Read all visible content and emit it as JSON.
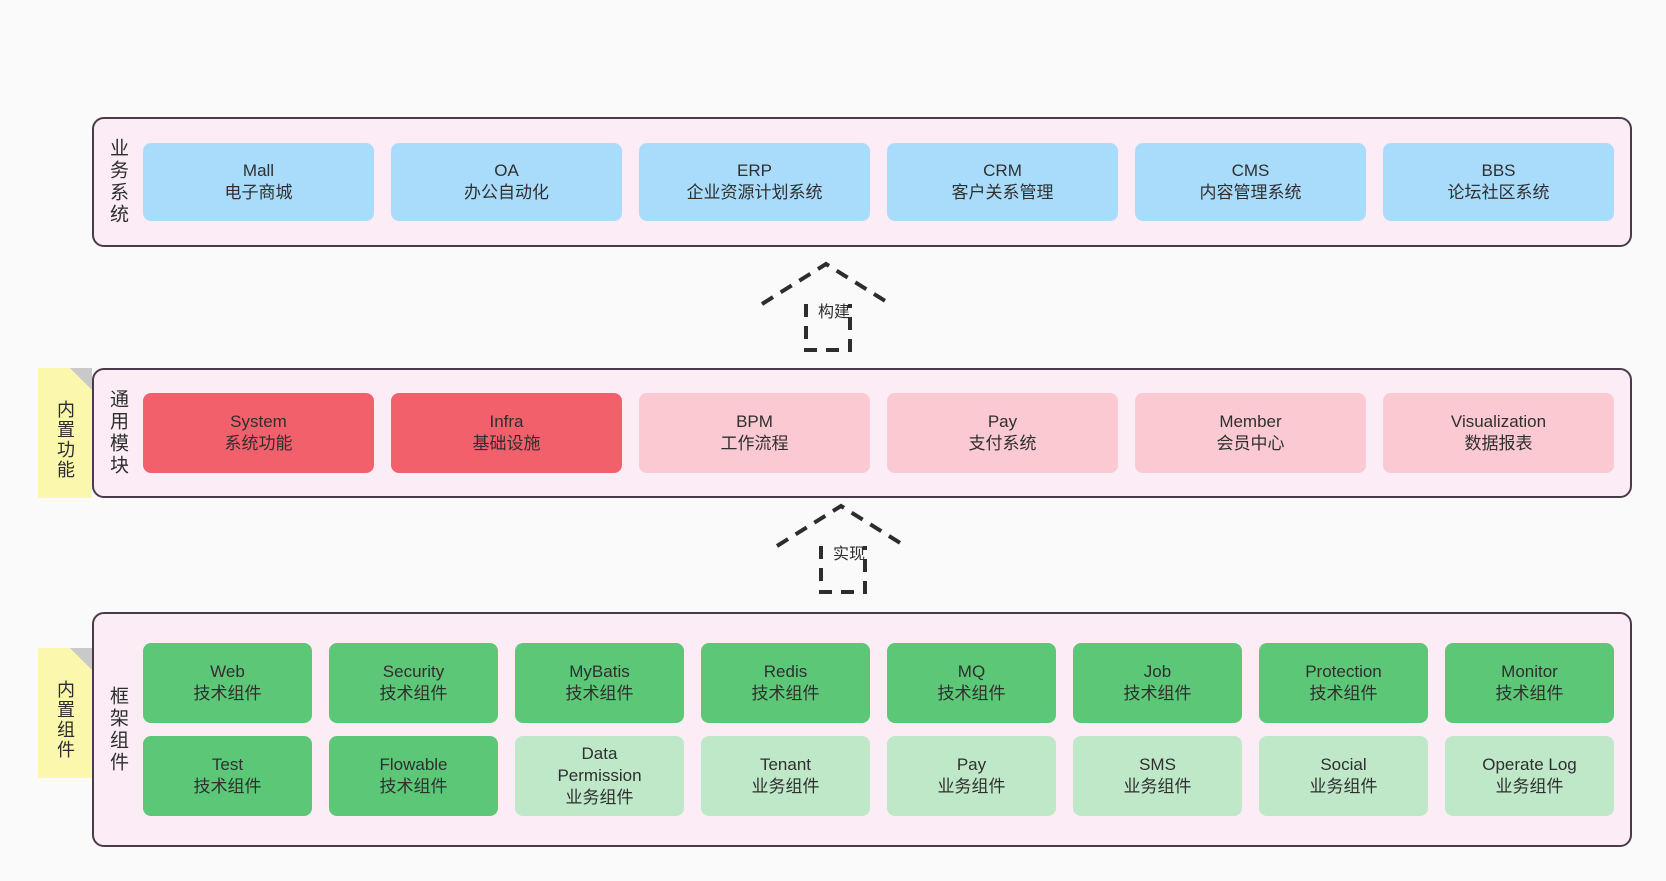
{
  "diagram": {
    "background_color": "#fafafa",
    "layer_fill": "#fbecf5",
    "layer_border": "#4a3b4a",
    "sticky_color": "#fbf7ac"
  },
  "layers": [
    {
      "id": "business",
      "label": "业务系统",
      "cells": [
        {
          "t1": "Mall",
          "t2": "电子商城",
          "color": "#a9dcfb",
          "style": "c-blue"
        },
        {
          "t1": "OA",
          "t2": "办公自动化",
          "color": "#a9dcfb",
          "style": "c-blue"
        },
        {
          "t1": "ERP",
          "t2": "企业资源计划系统",
          "color": "#a9dcfb",
          "style": "c-blue"
        },
        {
          "t1": "CRM",
          "t2": "客户关系管理",
          "color": "#a9dcfb",
          "style": "c-blue"
        },
        {
          "t1": "CMS",
          "t2": "内容管理系统",
          "color": "#a9dcfb",
          "style": "c-blue"
        },
        {
          "t1": "BBS",
          "t2": "论坛社区系统",
          "color": "#a9dcfb",
          "style": "c-blue"
        }
      ]
    },
    {
      "id": "common",
      "label": "通用模块",
      "sticky": "内置功能",
      "cells": [
        {
          "t1": "System",
          "t2": "系统功能",
          "color": "#f2616b",
          "style": "c-red"
        },
        {
          "t1": "Infra",
          "t2": "基础设施",
          "color": "#f2616b",
          "style": "c-red"
        },
        {
          "t1": "BPM",
          "t2": "工作流程",
          "color": "#fbc9d2",
          "style": "c-pink"
        },
        {
          "t1": "Pay",
          "t2": "支付系统",
          "color": "#fbc9d2",
          "style": "c-pink"
        },
        {
          "t1": "Member",
          "t2": "会员中心",
          "color": "#fbc9d2",
          "style": "c-pink"
        },
        {
          "t1": "Visualization",
          "t2": "数据报表",
          "color": "#fbc9d2",
          "style": "c-pink"
        }
      ]
    },
    {
      "id": "framework",
      "label": "框架组件",
      "sticky": "内置组件",
      "cells": [
        {
          "t1": "Web",
          "t2": "技术组件",
          "color": "#5cc777",
          "style": "c-green"
        },
        {
          "t1": "Security",
          "t2": "技术组件",
          "color": "#5cc777",
          "style": "c-green"
        },
        {
          "t1": "MyBatis",
          "t2": "技术组件",
          "color": "#5cc777",
          "style": "c-green"
        },
        {
          "t1": "Redis",
          "t2": "技术组件",
          "color": "#5cc777",
          "style": "c-green"
        },
        {
          "t1": "MQ",
          "t2": "技术组件",
          "color": "#5cc777",
          "style": "c-green"
        },
        {
          "t1": "Job",
          "t2": "技术组件",
          "color": "#5cc777",
          "style": "c-green"
        },
        {
          "t1": "Protection",
          "t2": "技术组件",
          "color": "#5cc777",
          "style": "c-green"
        },
        {
          "t1": "Monitor",
          "t2": "技术组件",
          "color": "#5cc777",
          "style": "c-green"
        },
        {
          "t1": "Test",
          "t2": "技术组件",
          "color": "#5cc777",
          "style": "c-green"
        },
        {
          "t1": "Flowable",
          "t2": "技术组件",
          "color": "#5cc777",
          "style": "c-green"
        },
        {
          "t1": "Data",
          "t2": "Permission",
          "t3": "业务组件",
          "color": "#bfe8c8",
          "style": "c-lightgreen"
        },
        {
          "t1": "Tenant",
          "t2": "业务组件",
          "color": "#bfe8c8",
          "style": "c-lightgreen"
        },
        {
          "t1": "Pay",
          "t2": "业务组件",
          "color": "#bfe8c8",
          "style": "c-lightgreen"
        },
        {
          "t1": "SMS",
          "t2": "业务组件",
          "color": "#bfe8c8",
          "style": "c-lightgreen"
        },
        {
          "t1": "Social",
          "t2": "业务组件",
          "color": "#bfe8c8",
          "style": "c-lightgreen"
        },
        {
          "t1": "Operate Log",
          "t2": "业务组件",
          "color": "#bfe8c8",
          "style": "c-lightgreen"
        }
      ]
    }
  ],
  "connectors": [
    {
      "id": "build",
      "label": "构建"
    },
    {
      "id": "implement",
      "label": "实现"
    }
  ]
}
